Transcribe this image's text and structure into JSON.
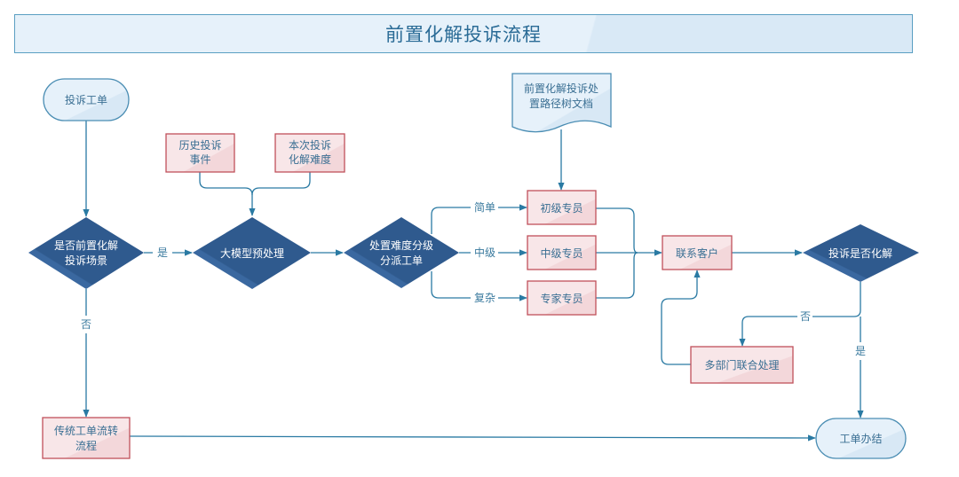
{
  "title": "前置化解投诉流程",
  "colors": {
    "decision_fill": "#2f5a8e",
    "process_fill": "#f6e1e3",
    "process_border": "#c0505a",
    "terminator_fill": "#e3eff8",
    "terminator_border": "#4a8db3",
    "connector": "#2a7aa3"
  },
  "nodes": {
    "start": {
      "label": "投诉工单",
      "type": "terminator"
    },
    "decision_scene": {
      "lines": [
        "是否前置化解",
        "投诉场景"
      ],
      "type": "decision"
    },
    "history_events": {
      "lines": [
        "历史投诉",
        "事件"
      ],
      "type": "process"
    },
    "difficulty_input": {
      "lines": [
        "本次投诉",
        "化解难度"
      ],
      "type": "process"
    },
    "llm_preprocess": {
      "label": "大模型预处理",
      "type": "decision"
    },
    "dispatch": {
      "lines": [
        "处置难度分级",
        "分派工单"
      ],
      "type": "decision"
    },
    "path_doc": {
      "lines": [
        "前置化解投诉处",
        "置路径树文档"
      ],
      "type": "document"
    },
    "junior": {
      "label": "初级专员",
      "type": "process"
    },
    "middle": {
      "label": "中级专员",
      "type": "process"
    },
    "expert": {
      "label": "专家专员",
      "type": "process"
    },
    "contact": {
      "label": "联系客户",
      "type": "process"
    },
    "resolved_check": {
      "label": "投诉是否化解",
      "type": "decision"
    },
    "multi_dept": {
      "label": "多部门联合处理",
      "type": "process"
    },
    "traditional": {
      "lines": [
        "传统工单流转",
        "流程"
      ],
      "type": "process"
    },
    "end": {
      "label": "工单办结",
      "type": "terminator"
    }
  },
  "edge_labels": {
    "scene_yes": "是",
    "scene_no": "否",
    "simple": "简单",
    "medium": "中级",
    "complex": "复杂",
    "resolved_no": "否",
    "resolved_yes": "是"
  }
}
